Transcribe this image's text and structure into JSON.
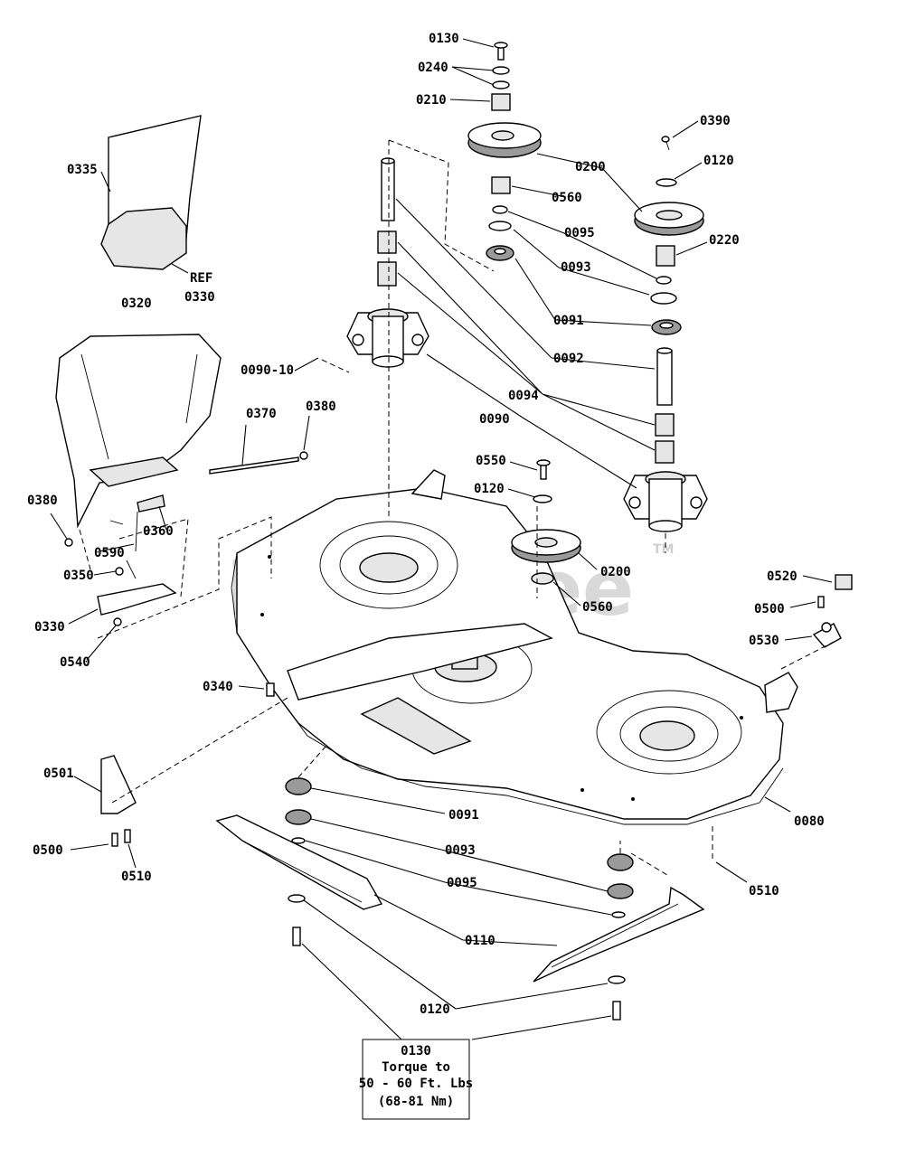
{
  "watermark": {
    "text": "PartsTree",
    "mark": "TM"
  },
  "labels": {
    "l0130_top": "0130",
    "l0240": "0240",
    "l0210": "0210",
    "l0390": "0390",
    "l0120_a": "0120",
    "l0200_a": "0200",
    "l0560_a": "0560",
    "l0220": "0220",
    "l0095_a": "0095",
    "l0093_a": "0093",
    "l0091_a": "0091",
    "l0092": "0092",
    "l0094": "0094",
    "l0090": "0090",
    "l0090_10": "0090-10",
    "l0335": "0335",
    "l0330_ref_a": "REF",
    "l0330_ref_b": "0330",
    "l0320": "0320",
    "l0370": "0370",
    "l0380_a": "0380",
    "l0380_b": "0380",
    "l0360": "0360",
    "l0590": "0590",
    "l0350": "0350",
    "l0330": "0330",
    "l0540": "0540",
    "l0550": "0550",
    "l0120_b": "0120",
    "l0200_b": "0200",
    "l0560_b": "0560",
    "l0520": "0520",
    "l0500_a": "0500",
    "l0530": "0530",
    "l0340": "0340",
    "l0501": "0501",
    "l0500_b": "0500",
    "l0510_a": "0510",
    "l0091_b": "0091",
    "l0093_b": "0093",
    "l0095_b": "0095",
    "l0110": "0110",
    "l0120_c": "0120",
    "l0080": "0080",
    "l0510_b": "0510"
  },
  "torque_note": {
    "part": "0130",
    "line1": "Torque to",
    "line2": "50 - 60 Ft. Lbs",
    "line3": "(68-81 Nm)"
  }
}
